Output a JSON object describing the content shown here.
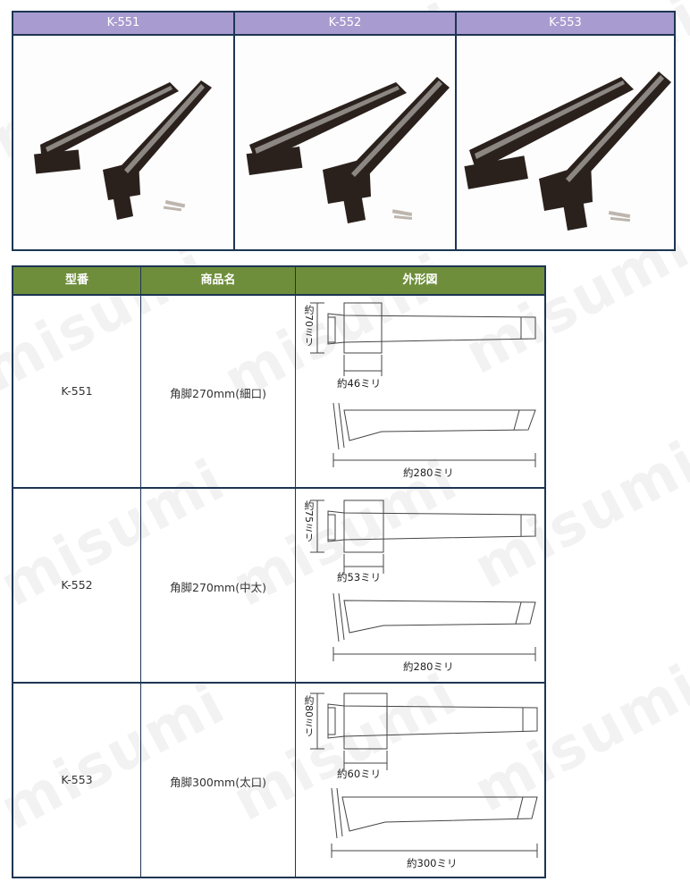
{
  "watermark": "misumi",
  "photos": [
    {
      "model": "K-551"
    },
    {
      "model": "K-552"
    },
    {
      "model": "K-553"
    }
  ],
  "table": {
    "headers": [
      "型番",
      "商品名",
      "外形図"
    ],
    "rows": [
      {
        "model": "K-551",
        "name": "角脚270mm(細口)",
        "height": "約70ミリ",
        "width": "約46ミリ",
        "length": "約280ミリ"
      },
      {
        "model": "K-552",
        "name": "角脚270mm(中太)",
        "height": "約75ミリ",
        "width": "約53ミリ",
        "length": "約280ミリ"
      },
      {
        "model": "K-553",
        "name": "角脚300mm(太口)",
        "height": "約80ミリ",
        "width": "約60ミリ",
        "length": "約300ミリ"
      }
    ]
  },
  "colors": {
    "photo_header": "#a89bcf",
    "table_header": "#6f8e3c",
    "border": "#1d3553",
    "leg_finish": "#2a211d"
  }
}
